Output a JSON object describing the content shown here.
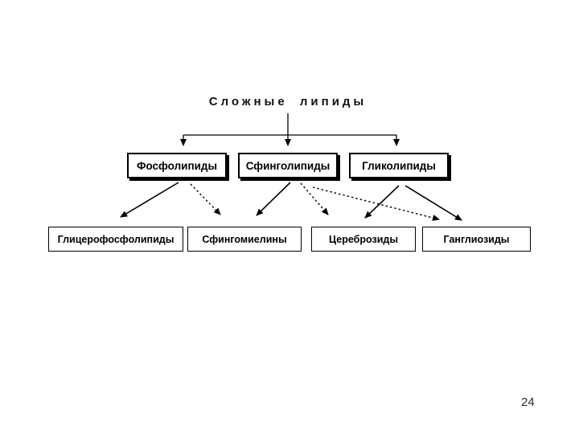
{
  "slide": {
    "page_number": "24",
    "background_color": "#ffffff"
  },
  "diagram": {
    "title": "Сложные липиды",
    "colors": {
      "line": "#000000",
      "box_border": "#000000",
      "box_fill": "#ffffff",
      "text": "#000000",
      "title_text": "#131313"
    },
    "level1": [
      {
        "id": "phospholipids",
        "label": "Фосфолипиды"
      },
      {
        "id": "sphingolipids",
        "label": "Сфинголипиды"
      },
      {
        "id": "glycolipids",
        "label": "Гликолипиды"
      }
    ],
    "level2": [
      {
        "id": "glycerophospholipids",
        "label": "Глицерофосфолипиды"
      },
      {
        "id": "sphingomyelins",
        "label": "Сфингомиелины"
      },
      {
        "id": "cerebrosides",
        "label": "Цереброзиды"
      },
      {
        "id": "gangliosides",
        "label": "Ганглиозиды"
      }
    ],
    "edges": [
      {
        "from": "Сложные липиды",
        "to": "Фосфолипиды",
        "style": "solid"
      },
      {
        "from": "Сложные липиды",
        "to": "Сфинголипиды",
        "style": "solid"
      },
      {
        "from": "Сложные липиды",
        "to": "Гликолипиды",
        "style": "solid"
      },
      {
        "from": "Фосфолипиды",
        "to": "Глицерофосфолипиды",
        "style": "solid"
      },
      {
        "from": "Фосфолипиды",
        "to": "Сфингомиелины",
        "style": "dashed"
      },
      {
        "from": "Сфинголипиды",
        "to": "Сфингомиелины",
        "style": "solid"
      },
      {
        "from": "Сфинголипиды",
        "to": "Цереброзиды",
        "style": "dashed"
      },
      {
        "from": "Сфинголипиды",
        "to": "Ганглиозиды",
        "style": "dashed"
      },
      {
        "from": "Гликолипиды",
        "to": "Цереброзиды",
        "style": "solid"
      },
      {
        "from": "Гликолипиды",
        "to": "Ганглиозиды",
        "style": "solid"
      }
    ]
  }
}
